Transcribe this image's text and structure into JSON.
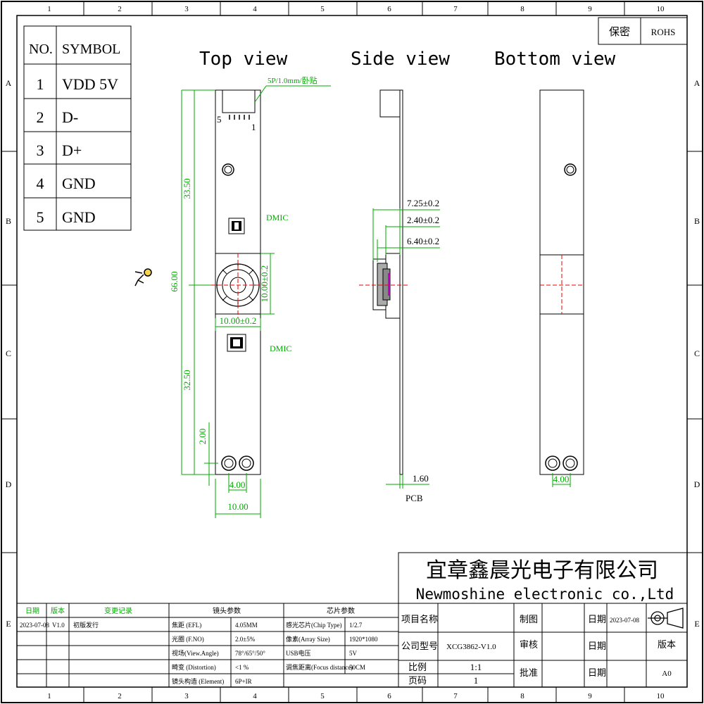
{
  "frame": {
    "columns": [
      "1",
      "2",
      "3",
      "4",
      "5",
      "6",
      "7",
      "8",
      "9",
      "10"
    ],
    "rows": [
      "A",
      "B",
      "C",
      "D",
      "E"
    ]
  },
  "top_right": {
    "confidential": "保密",
    "rohs": "ROHS"
  },
  "pin_table": {
    "header_no": "NO.",
    "header_symbol": "SYMBOL",
    "rows": [
      {
        "no": "1",
        "symbol": "VDD 5V"
      },
      {
        "no": "2",
        "symbol": "D-"
      },
      {
        "no": "3",
        "symbol": "D+"
      },
      {
        "no": "4",
        "symbol": "GND"
      },
      {
        "no": "5",
        "symbol": "GND"
      }
    ]
  },
  "views": {
    "top": "Top view",
    "side": "Side view",
    "bottom": "Bottom view"
  },
  "top_view": {
    "connector_note": "5P/1.0mm/卧贴",
    "pin5": "5",
    "pin1": "1",
    "dim_upper": "33.50",
    "dim_total": "66.00",
    "dim_lower": "32.50",
    "dim_hole": "2.00",
    "dim_lens_h": "10.00±0.2",
    "dim_lens_w": "10.00±0.2",
    "dim_hole_spacing": "4.00",
    "dim_width": "10.00",
    "dmic1": "DMIC",
    "dmic2": "DMIC"
  },
  "side_view": {
    "dim_a": "7.25±0.2",
    "dim_b": "2.40±0.2",
    "dim_c": "6.40±0.2",
    "dim_pcb": "1.60",
    "pcb_label": "PCB"
  },
  "bottom_view": {
    "dim_hole_spacing": "4.00"
  },
  "company": {
    "name_cn": "宜章鑫晨光电子有限公司",
    "name_en": "Newmoshine  electronic co.,Ltd"
  },
  "revision": {
    "h_date": "日期",
    "h_ver": "版本",
    "h_change": "变更记录",
    "date": "2023-07-08",
    "ver": "V1.0",
    "change": "初版发行"
  },
  "lens": {
    "title": "镜头参数",
    "rows": [
      {
        "label": "焦距 (EFL)",
        "value": "4.05MM"
      },
      {
        "label": "光圈 (F.NO)",
        "value": "2.0±5%"
      },
      {
        "label": "视场(View.Angle)",
        "value": "78°/65°/50°"
      },
      {
        "label": "畸变 (Distortion)",
        "value": "<1 %"
      },
      {
        "label": "镜头构造 (Element)",
        "value": "6P+IR"
      }
    ]
  },
  "chip": {
    "title": "芯片参数",
    "rows": [
      {
        "label": "感光芯片(Chip Type)",
        "value": "1/2.7"
      },
      {
        "label": "像素(Array Size)",
        "value": "1920*1080"
      },
      {
        "label": "USB电压",
        "value": "5V"
      },
      {
        "label": "调焦距离(Focus distance)",
        "value": "50CM"
      }
    ]
  },
  "info": {
    "project_label": "项目名称",
    "model_label": "公司型号",
    "model_value": "XCG3862-V1.0",
    "scale_label": "比例",
    "scale_value": "1:1",
    "page_label": "页码",
    "page_value": "1",
    "draw_label": "制图",
    "review_label": "审核",
    "approve_label": "批准",
    "date_label1": "日期",
    "date_value1": "2023-07-08",
    "date_label2": "日期",
    "date_label3": "日期",
    "version_label": "版本",
    "version_value": "A0"
  }
}
